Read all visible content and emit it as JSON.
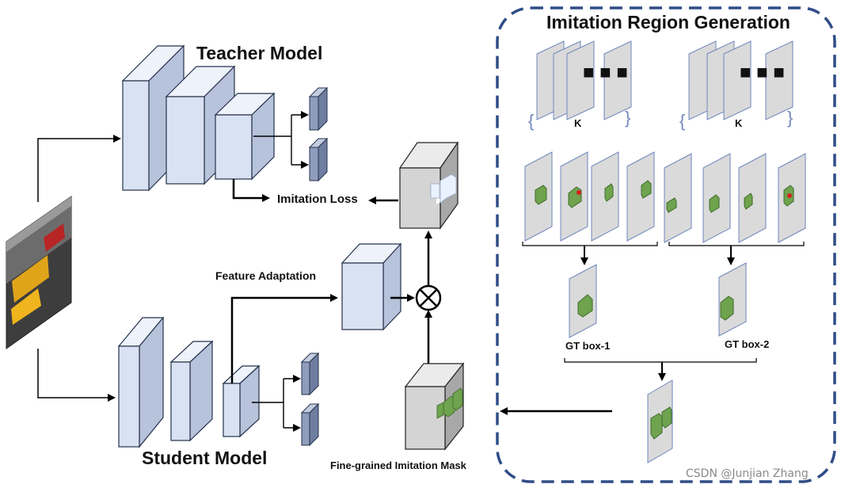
{
  "labels": {
    "teacher_model": "Teacher Model",
    "student_model": "Student Model",
    "imitation_loss": "Imitation Loss",
    "feature_adaptation": "Feature Adaptation",
    "fine_grained_mask": "Fine-grained Imitation Mask",
    "region_generation_title": "Imitation Region Generation",
    "k_left": "K",
    "k_right": "K",
    "gt_box_1": "GT box-1",
    "gt_box_2": "GT box-2"
  },
  "watermark": "CSDN @Junjian Zhang",
  "colors": {
    "block_front": "#d9e2f2",
    "block_side": "#b7c3da",
    "block_stroke": "#25324d",
    "small_block_front": "#8f9cbc",
    "gray_block": "#d4d4d4",
    "plane_fill": "#dadada",
    "plane_stroke": "#6f86bd",
    "mask_green": "#6fa34e",
    "dashed_border": "#2f4d87",
    "red_dot": "#d42020"
  }
}
